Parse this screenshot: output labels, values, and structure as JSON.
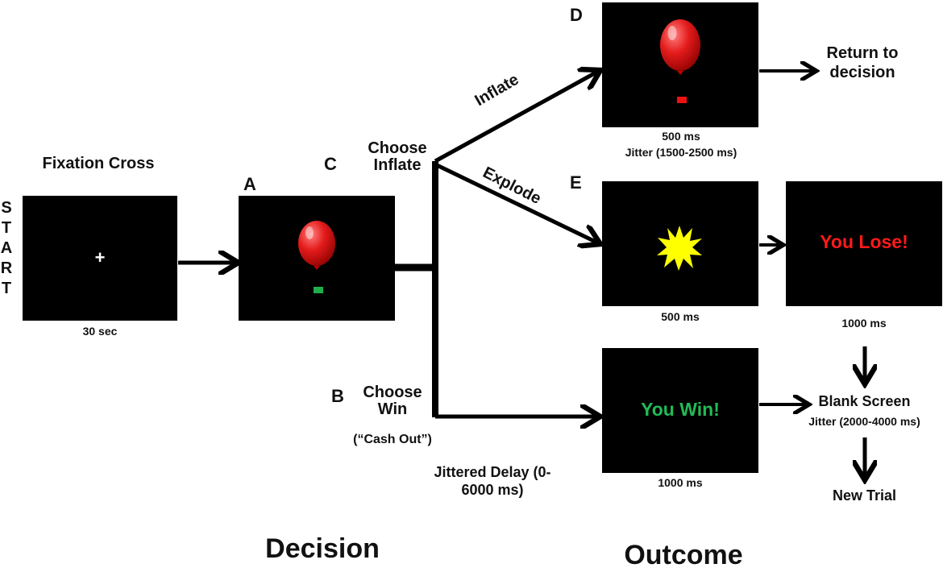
{
  "start_letters": [
    "S",
    "T",
    "A",
    "R",
    "T"
  ],
  "fixation": {
    "title": "Fixation Cross",
    "symbol": "+",
    "duration": "30 sec"
  },
  "panel_letters": {
    "a": "A",
    "b": "B",
    "c": "C",
    "d": "D",
    "e": "E"
  },
  "decision": {
    "choose_inflate": "Choose Inflate",
    "choose_win": "Choose Win",
    "cash_out": "(“Cash Out”)",
    "jittered_delay": "Jittered Delay (0-6000 ms)"
  },
  "branches": {
    "inflate": "Inflate",
    "explode": "Explode"
  },
  "inflate_outcome": {
    "duration": "500 ms",
    "jitter": "Jitter (1500-2500 ms)",
    "next": "Return to decision"
  },
  "explode_outcome": {
    "duration": "500 ms"
  },
  "lose_screen": {
    "text": "You Lose!",
    "duration": "1000 ms"
  },
  "win_screen": {
    "text": "You Win!",
    "duration": "1000 ms"
  },
  "blank": {
    "title": "Blank Screen",
    "jitter": "Jitter (2000-4000 ms)"
  },
  "new_trial": "New Trial",
  "section_labels": {
    "decision": "Decision",
    "outcome": "Outcome"
  },
  "colors": {
    "balloon": "#e41b1b",
    "go_indicator": "#1fae4b",
    "stop_indicator": "#ee1111",
    "explosion": "#ffff00",
    "lose": "#ff1a1a",
    "win": "#22bb55"
  }
}
